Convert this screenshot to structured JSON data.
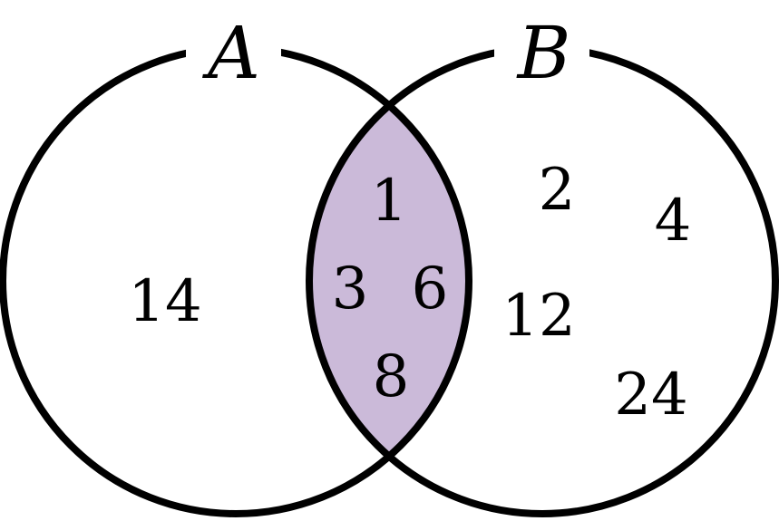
{
  "sets": {
    "a": {
      "label": "A"
    },
    "b": {
      "label": "B"
    }
  },
  "regions": {
    "a_only": [
      "14"
    ],
    "intersection": [
      "1",
      "3",
      "6",
      "8"
    ],
    "b_only": [
      "2",
      "4",
      "12",
      "24"
    ]
  },
  "colors": {
    "intersection_fill": "#cbbad9",
    "outline": "#000000",
    "background": "#ffffff"
  }
}
